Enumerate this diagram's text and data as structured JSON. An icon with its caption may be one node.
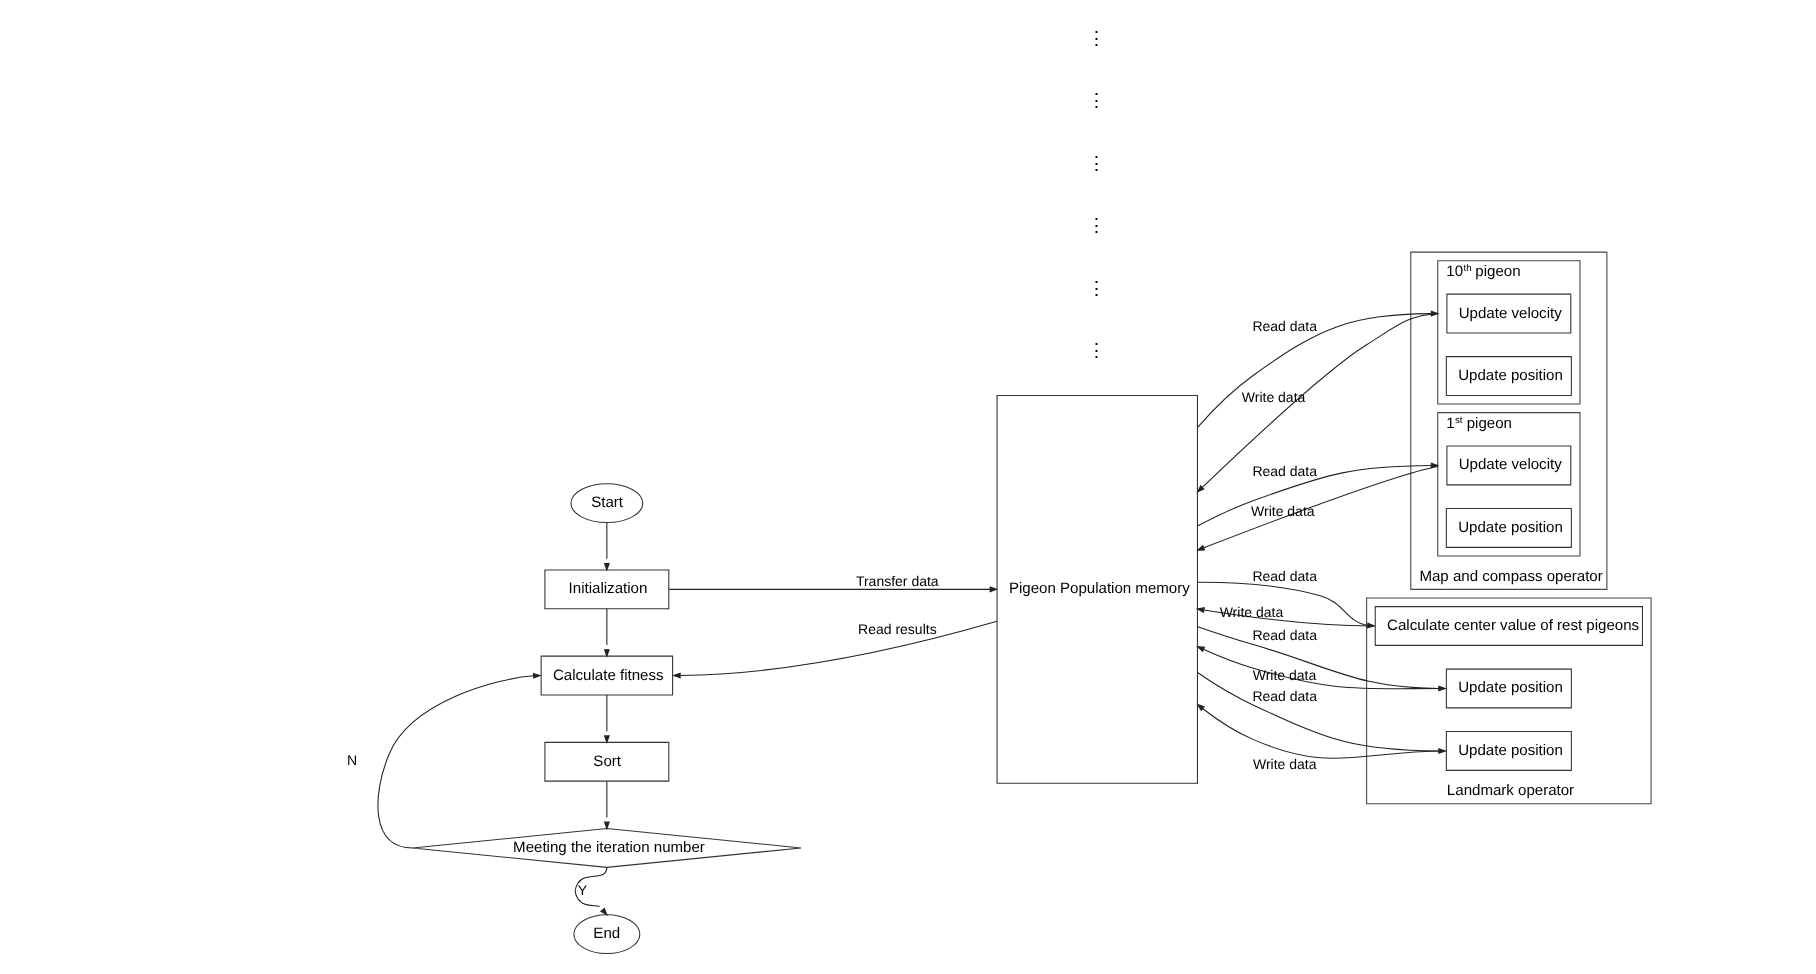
{
  "diagram": {
    "nodes": [
      {
        "text": [
          "Start"
        ]
      },
      {
        "text": [
          "Initialization"
        ]
      },
      {
        "text": [
          "Calculate fitness"
        ]
      },
      {
        "text": [
          "Sort"
        ]
      },
      {
        "text": [
          "Meeting the iteration number"
        ]
      },
      {
        "text": [
          "End"
        ]
      },
      {
        "text": [
          "Pigeon Population memory"
        ]
      },
      {
        "text": [
          "Map and compass operator"
        ]
      },
      {
        "text": [
          "10$^{th}$ pigeon"
        ],
        "in": 7
      },
      {
        "text": [
          "Update velocity"
        ],
        "in": 8
      },
      {
        "text": [
          "Update position"
        ],
        "in": 8
      },
      {
        "text": [
          "1$^{st}$ pigeon"
        ],
        "in": 7
      },
      {
        "text": [
          "Update velocity"
        ],
        "in": 11
      },
      {
        "text": [
          "Update position"
        ],
        "in": 11
      },
      {
        "text": [
          "Landmark operator"
        ]
      },
      {
        "text": [
          "Calculate center value of rest pigeons"
        ],
        "in": 14
      },
      {
        "text": [
          "Update position"
        ],
        "in": 14
      },
      {
        "text": [
          "Update position"
        ],
        "in": 14
      }
    ],
    "edges": [
      {
        "from": 0,
        "to": 1,
        "arrow": "to"
      },
      {
        "from": 1,
        "to": 2,
        "arrow": "to"
      },
      {
        "from": 1,
        "to": 6,
        "label": "Transfer data",
        "arrow": "to"
      },
      {
        "from": 6,
        "to": 2,
        "label": "Read results",
        "arrow": "to"
      },
      {
        "from": 2,
        "to": 3,
        "arrow": "to"
      },
      {
        "from": 3,
        "to": 4,
        "arrow": "to"
      },
      {
        "from": 4,
        "to": 5,
        "label": "Y",
        "arrow": "to"
      },
      {
        "from": 4,
        "to": 2,
        "label": "N",
        "arrow": "to"
      },
      {
        "from": 6,
        "to": 8,
        "label": "Read data",
        "arrow": "to"
      },
      {
        "from": 8,
        "to": 6,
        "label": "Write data",
        "arrow": "to"
      },
      {
        "from": 6,
        "to": 11,
        "label": "Read data",
        "arrow": "to"
      },
      {
        "from": 11,
        "to": 6,
        "label": "Write data",
        "arrow": "to"
      },
      {
        "from": 6,
        "to": 15,
        "label": "Read data",
        "arrow": "to"
      },
      {
        "from": 15,
        "to": 6,
        "label": "Write data",
        "arrow": "to"
      },
      {
        "from": 6,
        "to": 16,
        "label": "Read data",
        "arrow": "to"
      },
      {
        "from": 16,
        "to": 6,
        "label": "Write data",
        "arrow": "to"
      },
      {
        "from": 6,
        "to": 17,
        "label": "Read data",
        "arrow": "to"
      },
      {
        "from": 17,
        "to": 6,
        "label": "Write data",
        "arrow": "to"
      }
    ],
    "labels": [
      "⋮",
      "⋮",
      "⋮",
      "⋮",
      "⋮",
      "⋮"
    ]
  }
}
